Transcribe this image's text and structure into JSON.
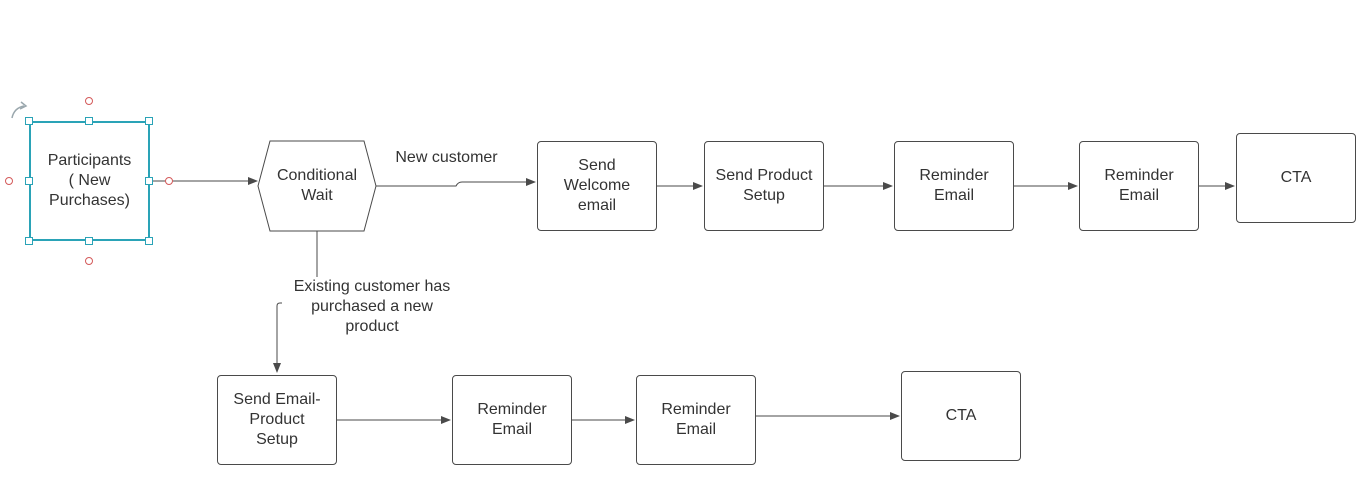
{
  "colors": {
    "stroke": "#4a4a4a",
    "selection": "#2aa3b7",
    "connector_dot": "#d45a5a",
    "text": "#333333",
    "background": "#ffffff"
  },
  "nodes": {
    "participants": "Participants\n( New\nPurchases)",
    "conditional_wait": "Conditional\nWait",
    "send_welcome_email": "Send\nWelcome\nemail",
    "send_product_setup": "Send Product\nSetup",
    "top_reminder_1": "Reminder\nEmail",
    "top_reminder_2": "Reminder\nEmail",
    "top_cta": "CTA",
    "send_email_product_setup": "Send Email-\nProduct\nSetup",
    "bottom_reminder_1": "Reminder\nEmail",
    "bottom_reminder_2": "Reminder\nEmail",
    "bottom_cta": "CTA"
  },
  "edge_labels": {
    "new_customer": "New customer",
    "existing_customer": "Existing customer has\npurchased a new\nproduct"
  }
}
